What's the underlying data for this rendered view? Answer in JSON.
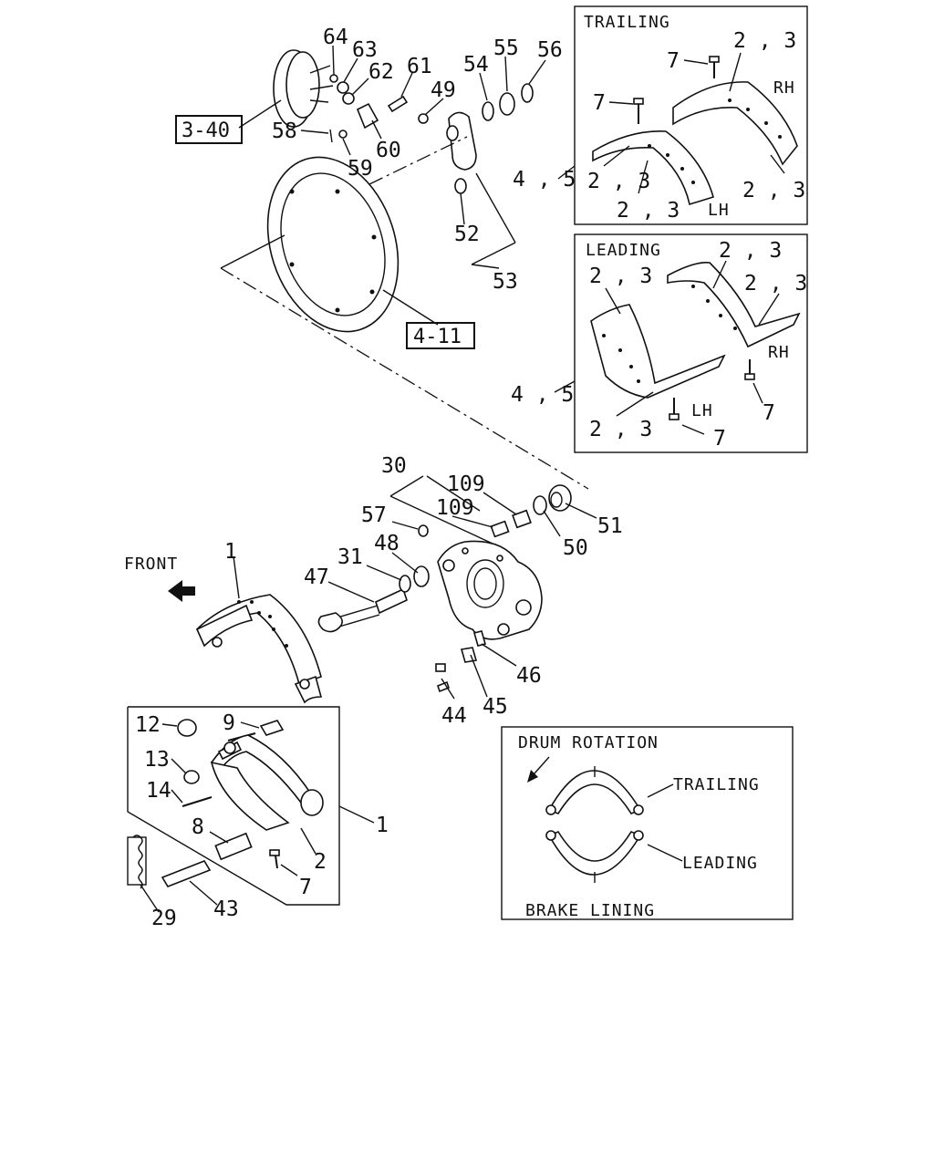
{
  "callouts": {
    "c64": "64",
    "c63": "63",
    "c62": "62",
    "c61": "61",
    "c49": "49",
    "c54": "54",
    "c55": "55",
    "c56": "56",
    "c58": "58",
    "c59": "59",
    "c60": "60",
    "c52": "52",
    "c53": "53",
    "c30": "30",
    "c109a": "109",
    "c109b": "109",
    "c57": "57",
    "c51": "51",
    "c50": "50",
    "c31": "31",
    "c48": "48",
    "c47": "47",
    "c1a": "1",
    "c46": "46",
    "c44": "44",
    "c45": "45",
    "c12": "12",
    "c9": "9",
    "c13": "13",
    "c14": "14",
    "c8": "8",
    "c1b": "1",
    "c2": "2",
    "c7": "7",
    "c29": "29",
    "c43": "43"
  },
  "refs": {
    "r340": "3-40",
    "r411": "4-11"
  },
  "trailing_box": {
    "title": "TRAILING",
    "rh": "RH",
    "lh": "LH",
    "n7a": "7",
    "n7b": "7",
    "n23a": "2 , 3",
    "n23b": "2 , 3",
    "n23c": "2 , 3",
    "n23d": "2 , 3",
    "n45": "4 , 5"
  },
  "leading_box": {
    "title": "LEADING",
    "rh": "RH",
    "lh": "LH",
    "n7a": "7",
    "n7b": "7",
    "n23a": "2 , 3",
    "n23b": "2 , 3",
    "n23c": "2 , 3",
    "n23d": "2 , 3",
    "n45": "4 , 5"
  },
  "front_label": "FRONT",
  "rotation_box": {
    "title": "DRUM ROTATION",
    "trailing": "TRAILING",
    "leading": "LEADING",
    "footer": "BRAKE LINING"
  }
}
